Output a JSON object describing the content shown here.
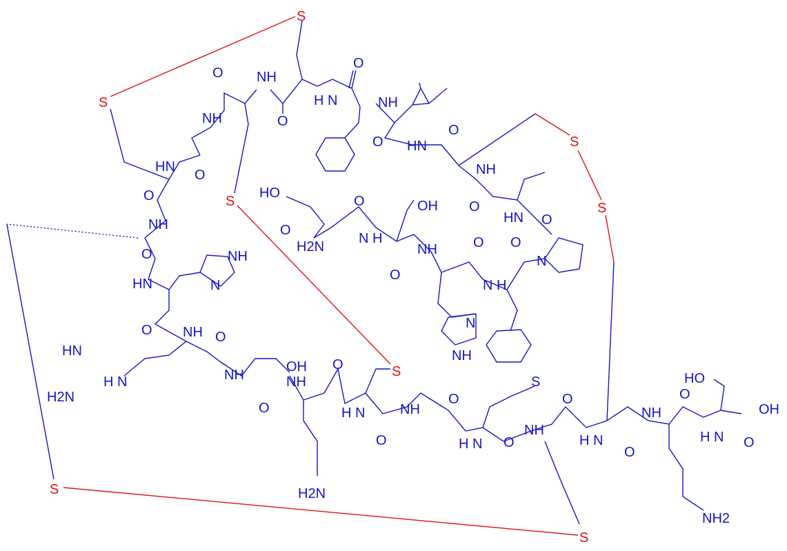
{
  "colors": {
    "peptide": "#1414c8",
    "disulfide": "#e01010",
    "background": "#ffffff"
  },
  "labels": {
    "sulfur": "S",
    "amide_nh": "NH",
    "amide_hn": "HN",
    "nitrogen": "N",
    "n_h": "N H",
    "h_n": "H N",
    "oxygen": "O",
    "hydroxyl": "OH",
    "hydroxyl_left": "HO",
    "acid": "HO",
    "amine": "H2N",
    "amine_right": "NH2",
    "imine": "HN",
    "carboxyl": "OH"
  }
}
